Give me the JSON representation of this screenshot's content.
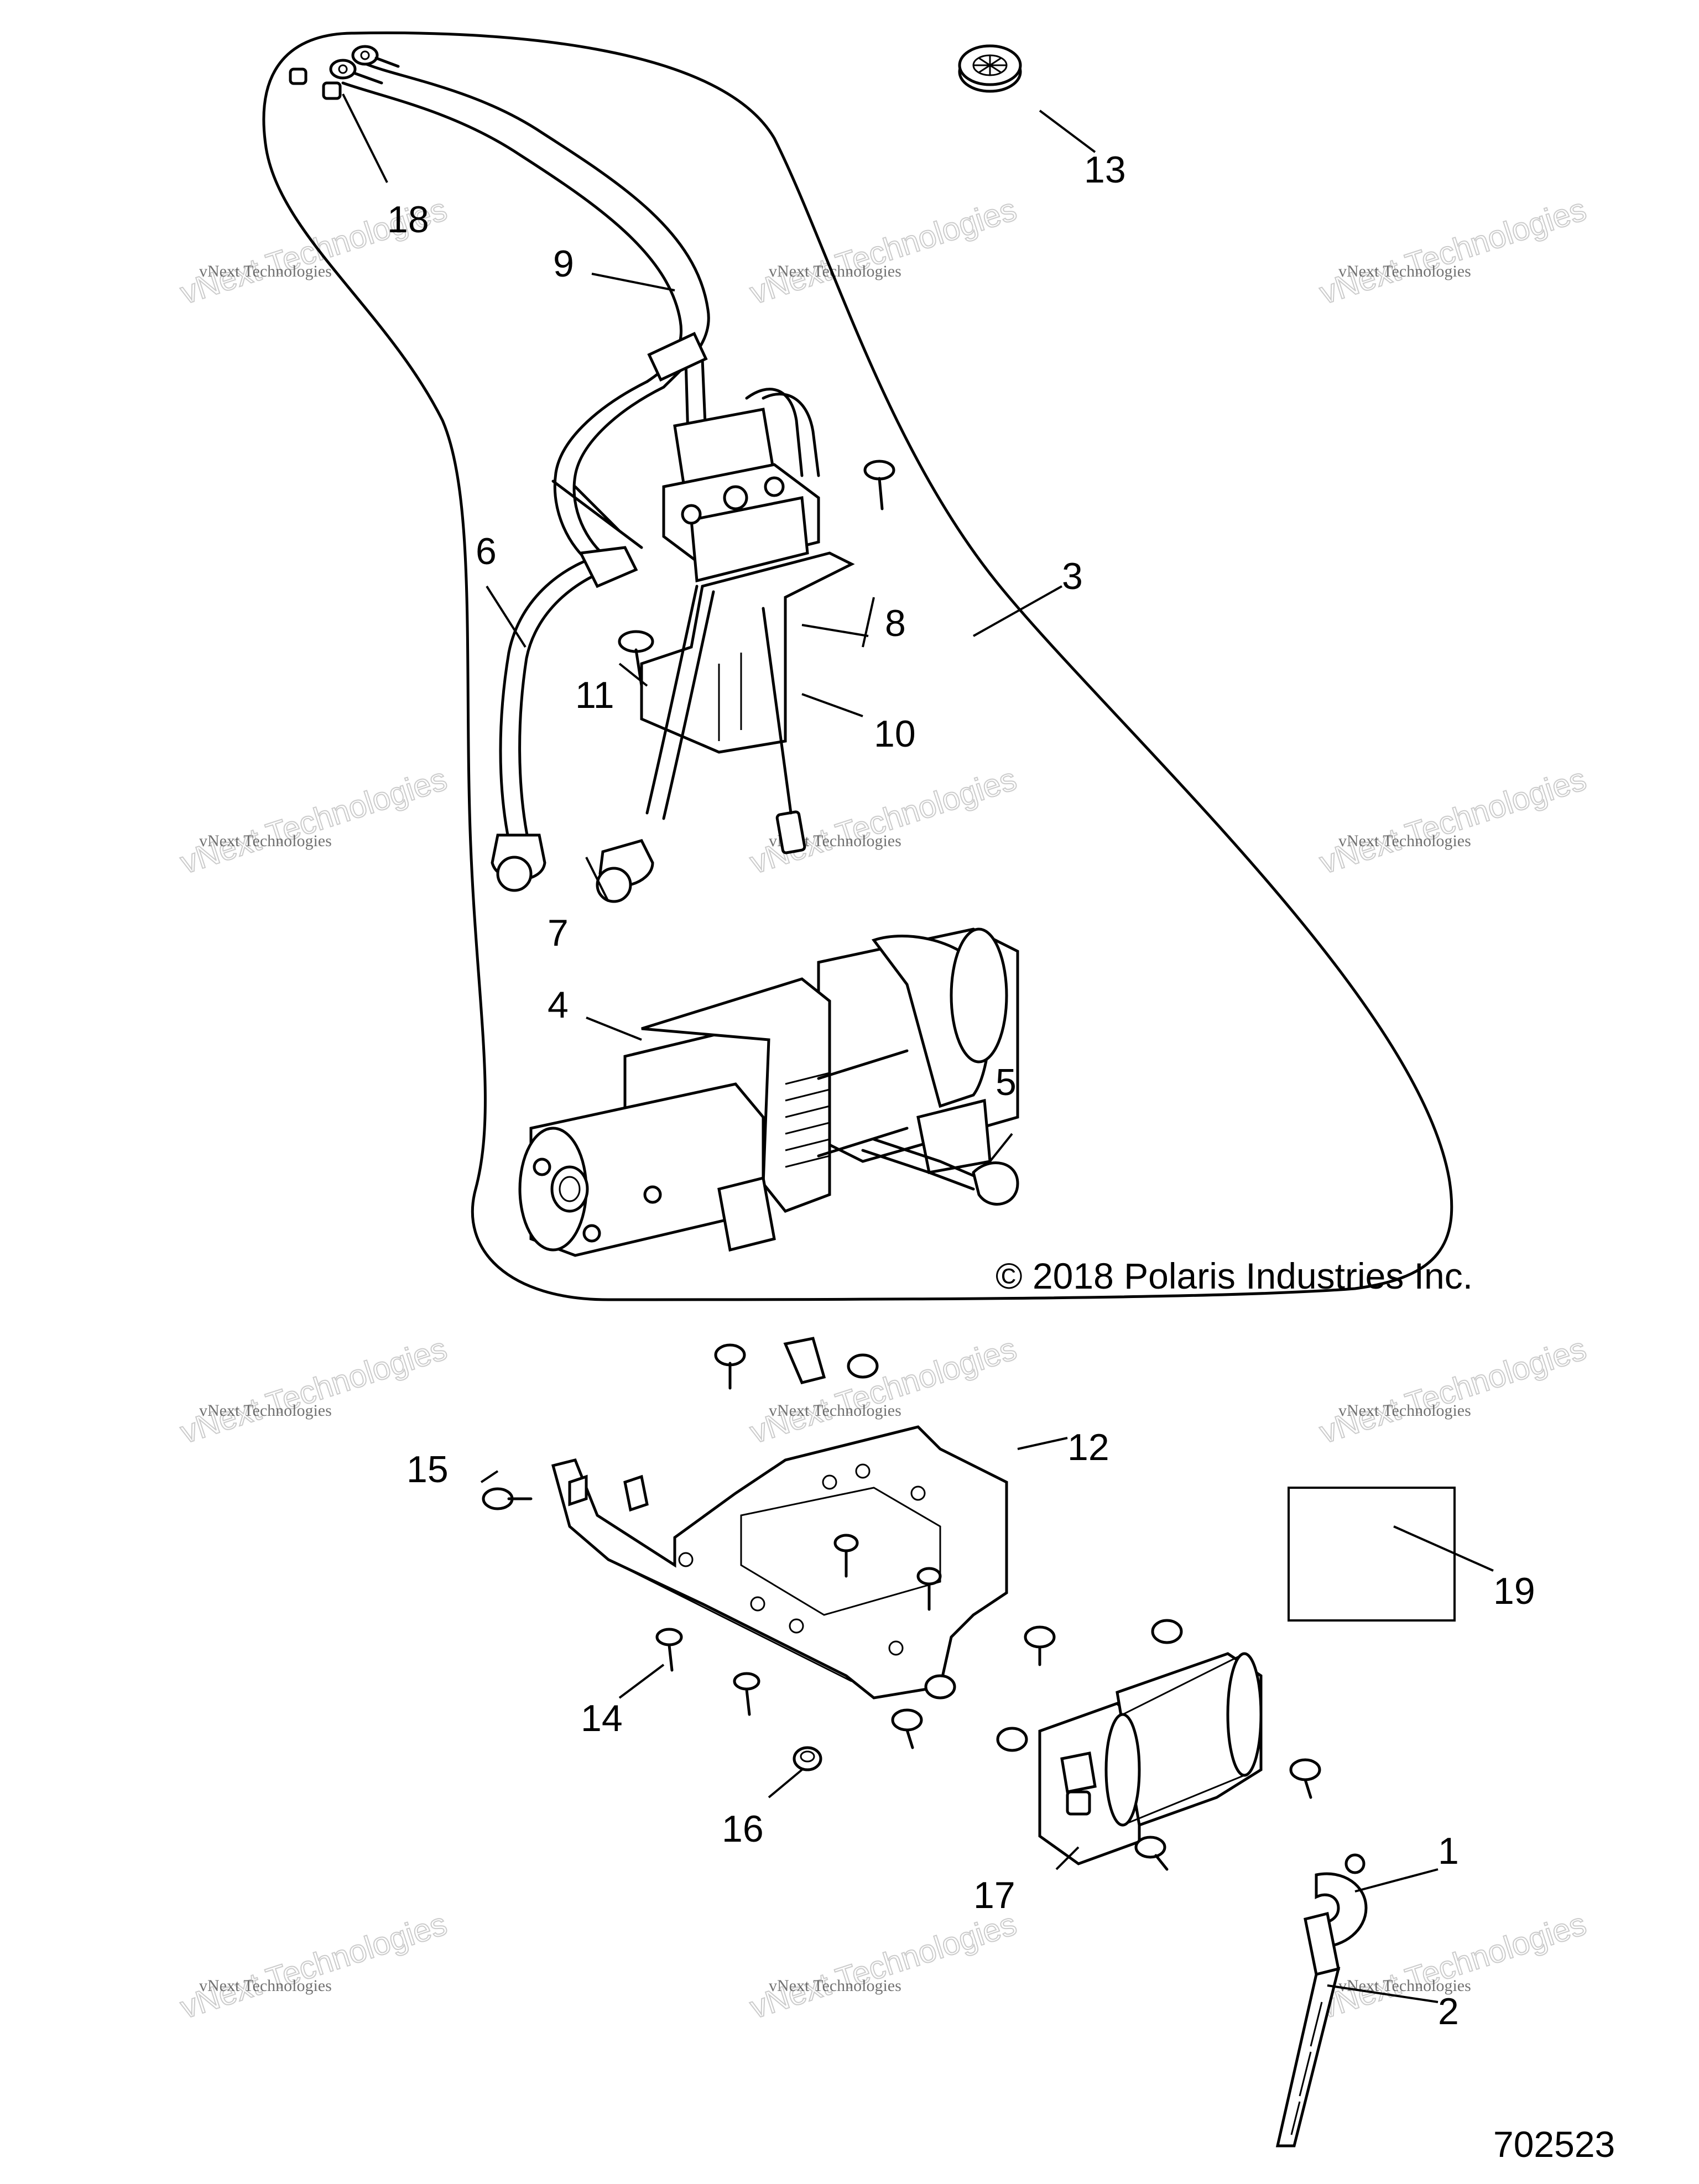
{
  "callouts": [
    "1",
    "2",
    "3",
    "4",
    "5",
    "6",
    "7",
    "8",
    "9",
    "10",
    "11",
    "12",
    "13",
    "14",
    "15",
    "16",
    "17",
    "18",
    "19"
  ],
  "copyright": "© 2018 Polaris Industries Inc.",
  "document_number": "702523",
  "watermark": {
    "line1": "vNext Technologies",
    "line2": "vNext Technologies"
  }
}
